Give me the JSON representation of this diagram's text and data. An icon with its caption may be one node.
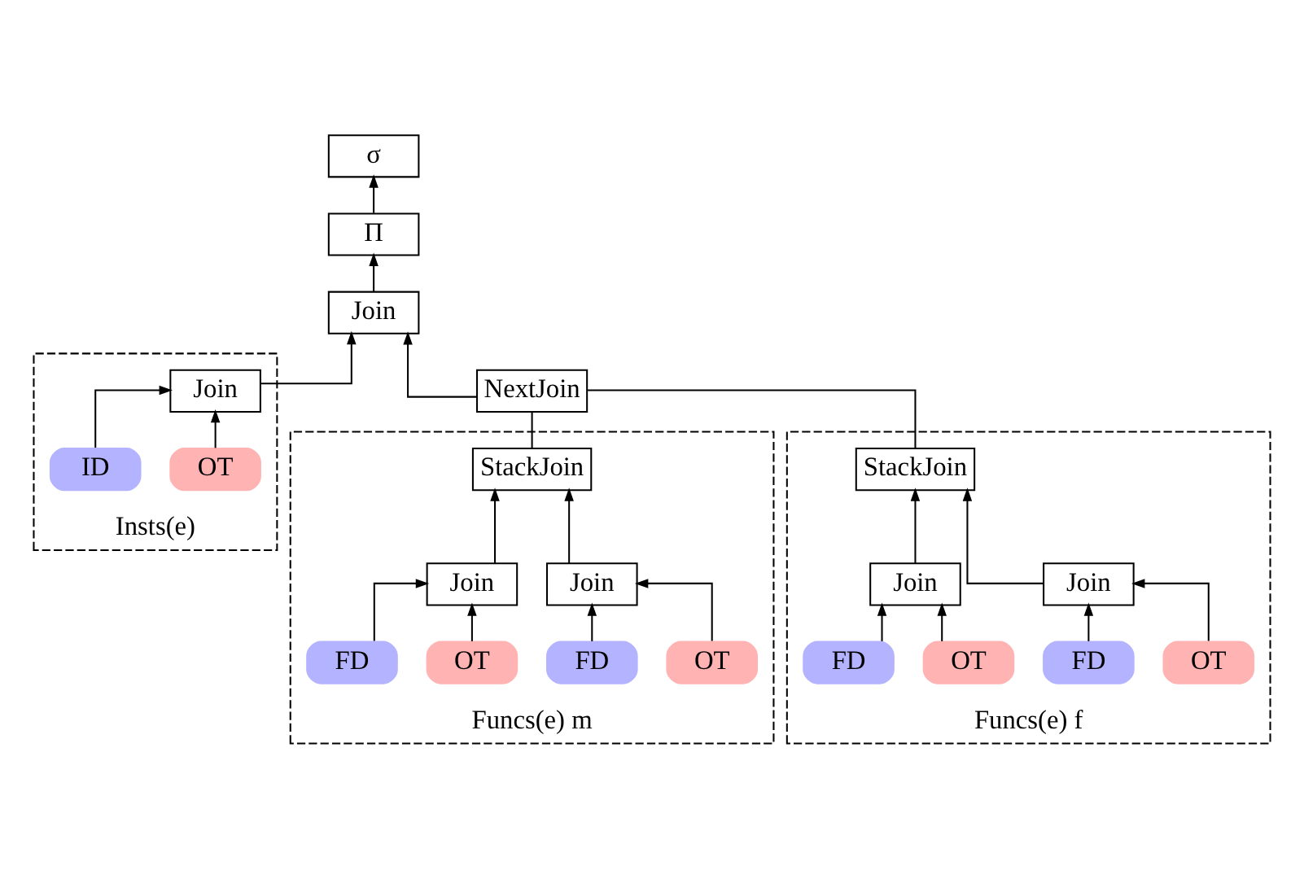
{
  "diagram": {
    "nodes": [
      {
        "text": [
          "σ"
        ]
      },
      {
        "text": [
          "Π"
        ]
      },
      {
        "text": [
          "Join"
        ]
      },
      {
        "text": [
          "Insts(e)"
        ]
      },
      {
        "text": [
          "Join"
        ],
        "in": 3
      },
      {
        "text": [
          "OT"
        ],
        "in": 3
      },
      {
        "text": [
          "ID"
        ],
        "in": 3
      },
      {
        "text": [
          "NextJoin"
        ]
      },
      {
        "text": [
          "Funcs(e) m"
        ]
      },
      {
        "text": [
          "StackJoin"
        ],
        "in": 8
      },
      {
        "text": [
          "Join"
        ],
        "in": 8
      },
      {
        "text": [
          "Join"
        ],
        "in": 8
      },
      {
        "text": [
          "OT"
        ],
        "in": 8
      },
      {
        "text": [
          "FD"
        ],
        "in": 8
      },
      {
        "text": [
          "OT"
        ],
        "in": 8
      },
      {
        "text": [
          "FD"
        ],
        "in": 8
      },
      {
        "text": [
          "Funcs(e) f"
        ]
      },
      {
        "text": [
          "StackJoin"
        ],
        "in": 16
      },
      {
        "text": [
          "Join"
        ],
        "in": 16
      },
      {
        "text": [
          "Join"
        ],
        "in": 16
      },
      {
        "text": [
          "OT"
        ],
        "in": 16
      },
      {
        "text": [
          "FD"
        ],
        "in": 16
      },
      {
        "text": [
          "OT"
        ],
        "in": 16
      },
      {
        "text": [
          "FD"
        ],
        "in": 16
      }
    ],
    "edges": [
      {
        "from": 1,
        "to": 0,
        "arrow": "to"
      },
      {
        "from": 2,
        "to": 1,
        "arrow": "to"
      },
      {
        "from": 4,
        "to": 2,
        "arrow": "to"
      },
      {
        "from": 7,
        "to": 2,
        "arrow": "to"
      },
      {
        "from": 5,
        "to": 4,
        "arrow": "to"
      },
      {
        "from": 6,
        "to": 4,
        "arrow": "to"
      },
      {
        "from": 9,
        "to": 7,
        "arrow": "none"
      },
      {
        "from": 17,
        "to": 7,
        "arrow": "none"
      },
      {
        "from": 10,
        "to": 9,
        "arrow": "to"
      },
      {
        "from": 11,
        "to": 9,
        "arrow": "to"
      },
      {
        "from": 12,
        "to": 10,
        "arrow": "to"
      },
      {
        "from": 13,
        "to": 10,
        "arrow": "to"
      },
      {
        "from": 14,
        "to": 11,
        "arrow": "to"
      },
      {
        "from": 15,
        "to": 11,
        "arrow": "to"
      },
      {
        "from": 18,
        "to": 17,
        "arrow": "to"
      },
      {
        "from": 19,
        "to": 17,
        "arrow": "to"
      },
      {
        "from": 20,
        "to": 18,
        "arrow": "to"
      },
      {
        "from": 21,
        "to": 18,
        "arrow": "to"
      },
      {
        "from": 22,
        "to": 19,
        "arrow": "to"
      },
      {
        "from": 23,
        "to": 19,
        "arrow": "to"
      }
    ]
  }
}
